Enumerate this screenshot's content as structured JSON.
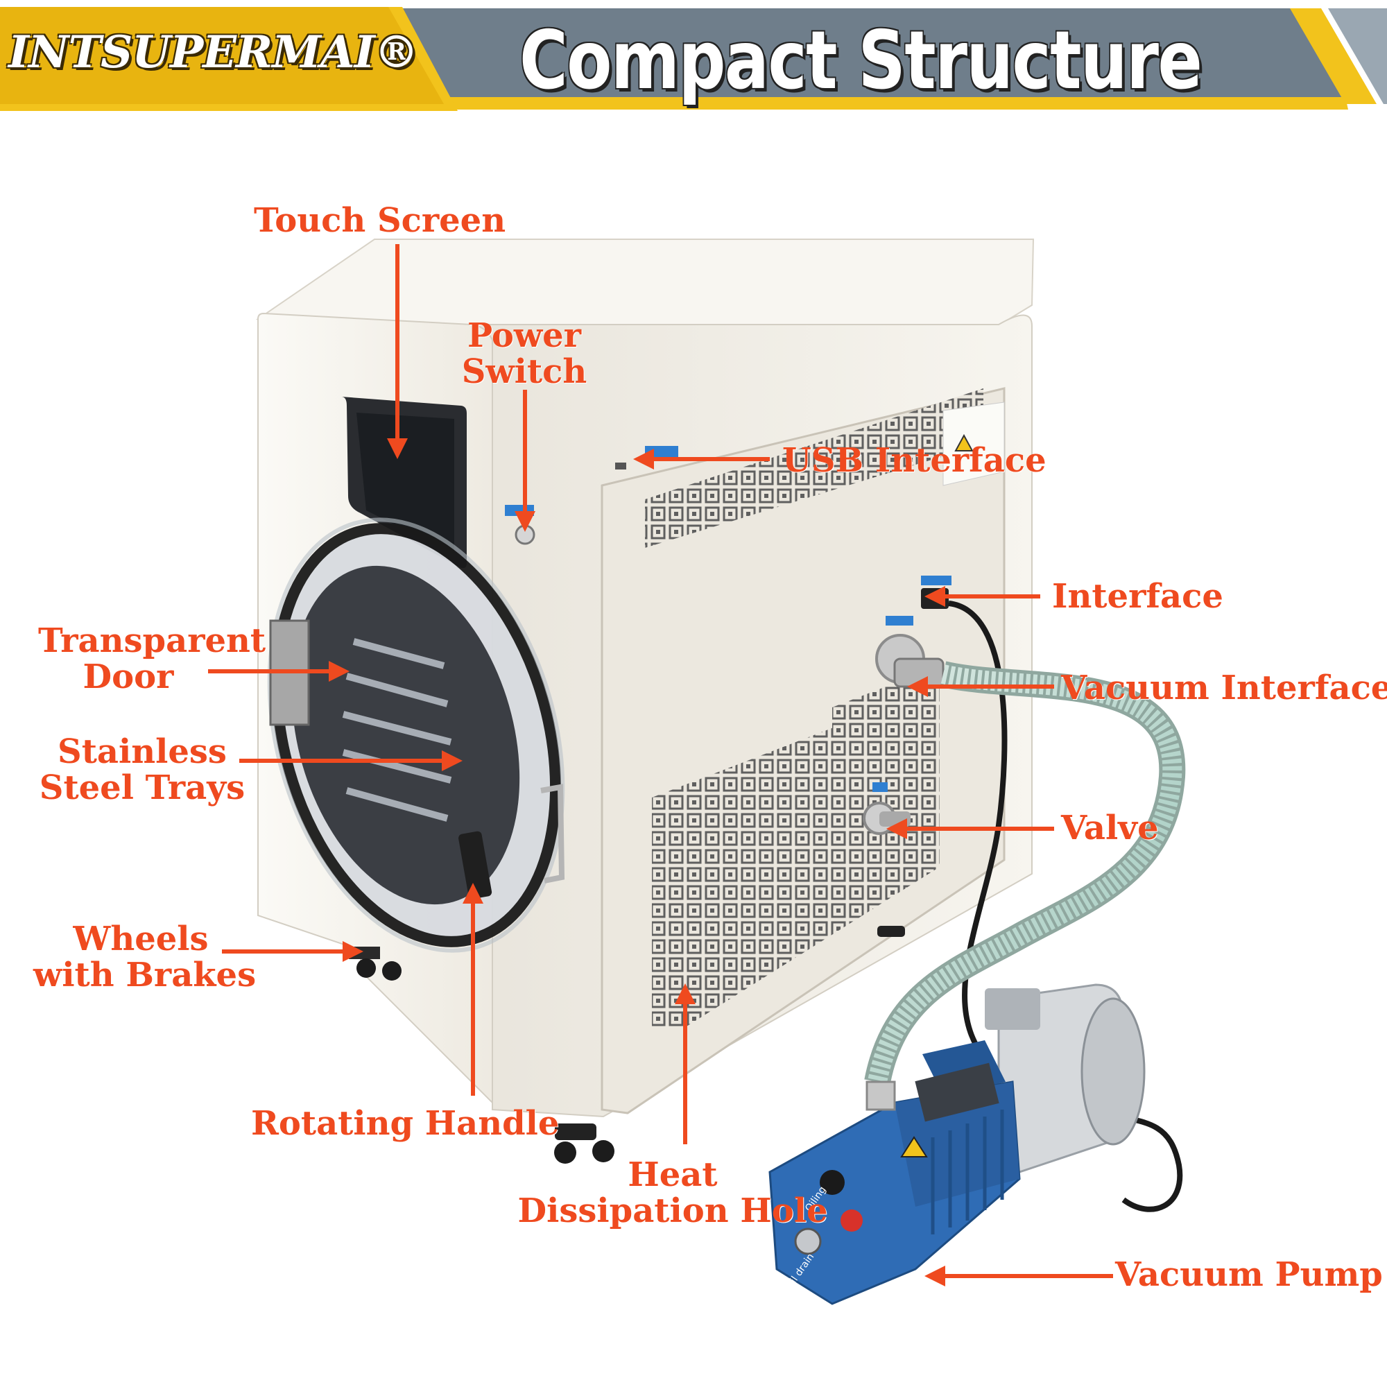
{
  "header": {
    "brand": "INTSUPERMAI®",
    "title": "Compact Structure"
  },
  "colors": {
    "label": "#ef4a1f",
    "banner_yellow": "#f2c31c",
    "banner_slate": "#6f7e8b",
    "machine_body": "#f1eee7",
    "pump_blue": "#2f6cb5"
  },
  "callouts": {
    "touch_screen": "Touch Screen",
    "power_switch_line1": "Power",
    "power_switch_line2": "Switch",
    "usb_interface": "USB Interface",
    "interface": "Interface",
    "vacuum_interface": "Vacuum Interface",
    "transparent_door_line1": "Transparent",
    "transparent_door_line2": "Door",
    "stainless_trays_line1": "Stainless",
    "stainless_trays_line2": "Steel Trays",
    "valve": "Valve",
    "wheels_line1": "Wheels",
    "wheels_line2": "with Brakes",
    "rotating_handle": "Rotating Handle",
    "heat_hole_line1": "Heat",
    "heat_hole_line2": "Dissipation Hole",
    "vacuum_pump": "Vacuum Pump"
  },
  "pump_labels": {
    "oiling": "Oiling",
    "oil_drain": "Oil drain"
  }
}
